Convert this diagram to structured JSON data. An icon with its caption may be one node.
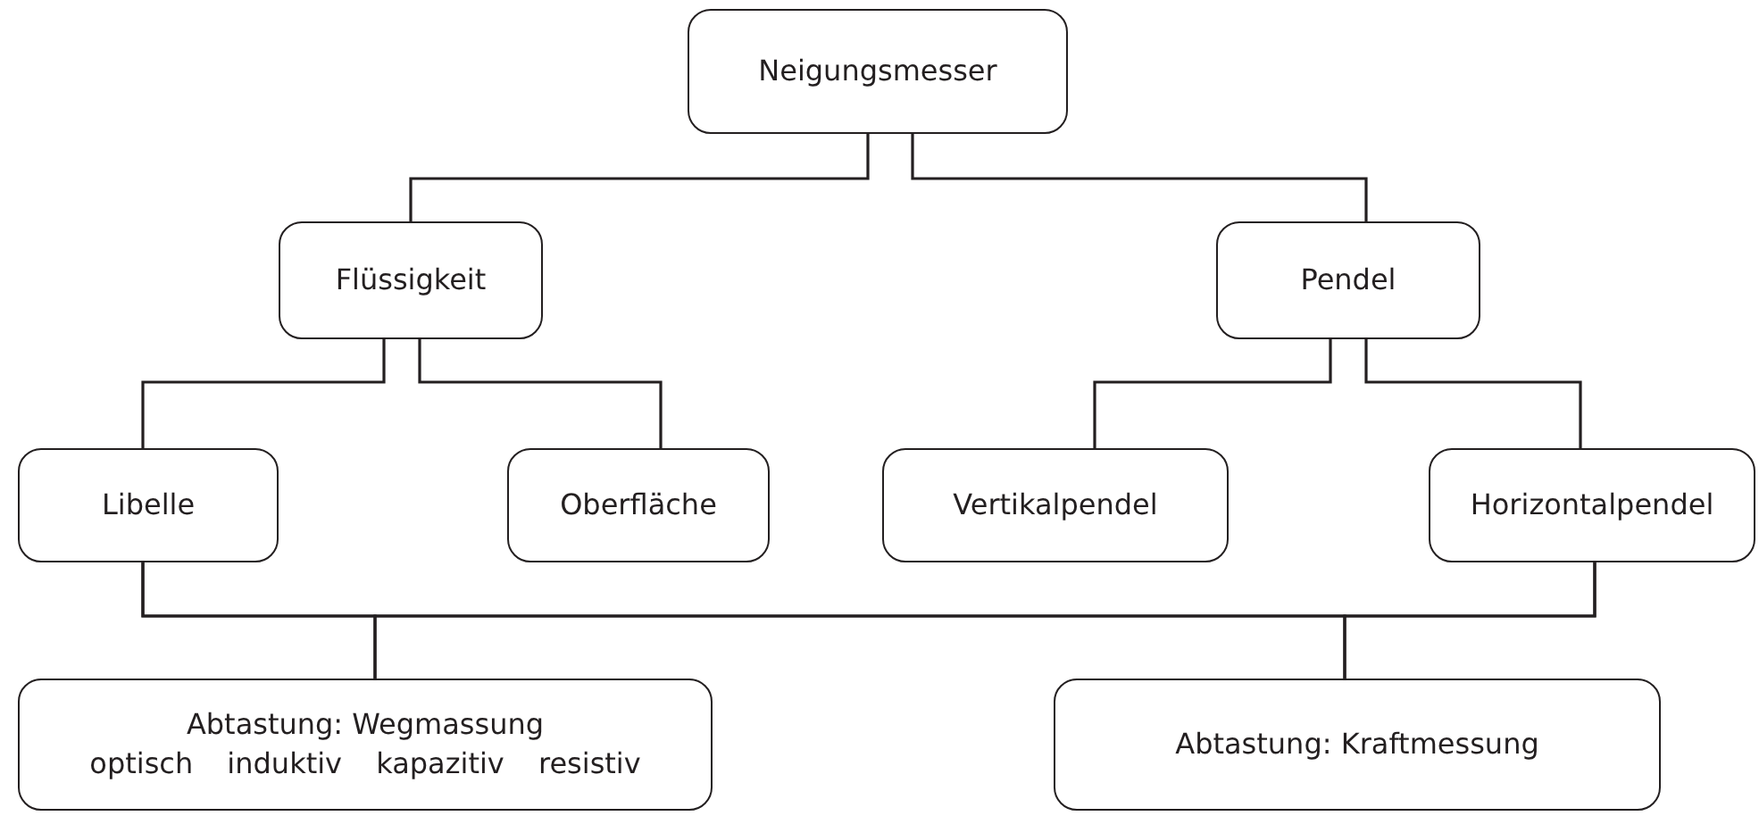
{
  "diagram": {
    "nodes": [
      {
        "text": [
          "Neigungsmesser"
        ]
      },
      {
        "text": [
          "Flüssigkeit"
        ]
      },
      {
        "text": [
          "Pendel"
        ]
      },
      {
        "text": [
          "Libelle"
        ]
      },
      {
        "text": [
          "Oberfläche"
        ]
      },
      {
        "text": [
          "Vertikalpendel"
        ]
      },
      {
        "text": [
          "Horizontalpendel"
        ]
      },
      {
        "text": [
          "Abtastung: Wegmassung",
          "optisch induktiv kapazitiv resistiv"
        ]
      },
      {
        "text": [
          "Abtastung: Kraftmessung"
        ]
      }
    ],
    "edges": [
      {
        "from": 0,
        "to": 1,
        "arrow": "none"
      },
      {
        "from": 0,
        "to": 2,
        "arrow": "none"
      },
      {
        "from": 1,
        "to": 3,
        "arrow": "none"
      },
      {
        "from": 1,
        "to": 4,
        "arrow": "none"
      },
      {
        "from": 2,
        "to": 5,
        "arrow": "none"
      },
      {
        "from": 2,
        "to": 6,
        "arrow": "none"
      },
      {
        "from": 3,
        "to": 7,
        "arrow": "none"
      },
      {
        "from": 3,
        "to": 8,
        "arrow": "none"
      },
      {
        "from": 6,
        "to": 7,
        "arrow": "none"
      },
      {
        "from": 6,
        "to": 8,
        "arrow": "none"
      }
    ]
  }
}
